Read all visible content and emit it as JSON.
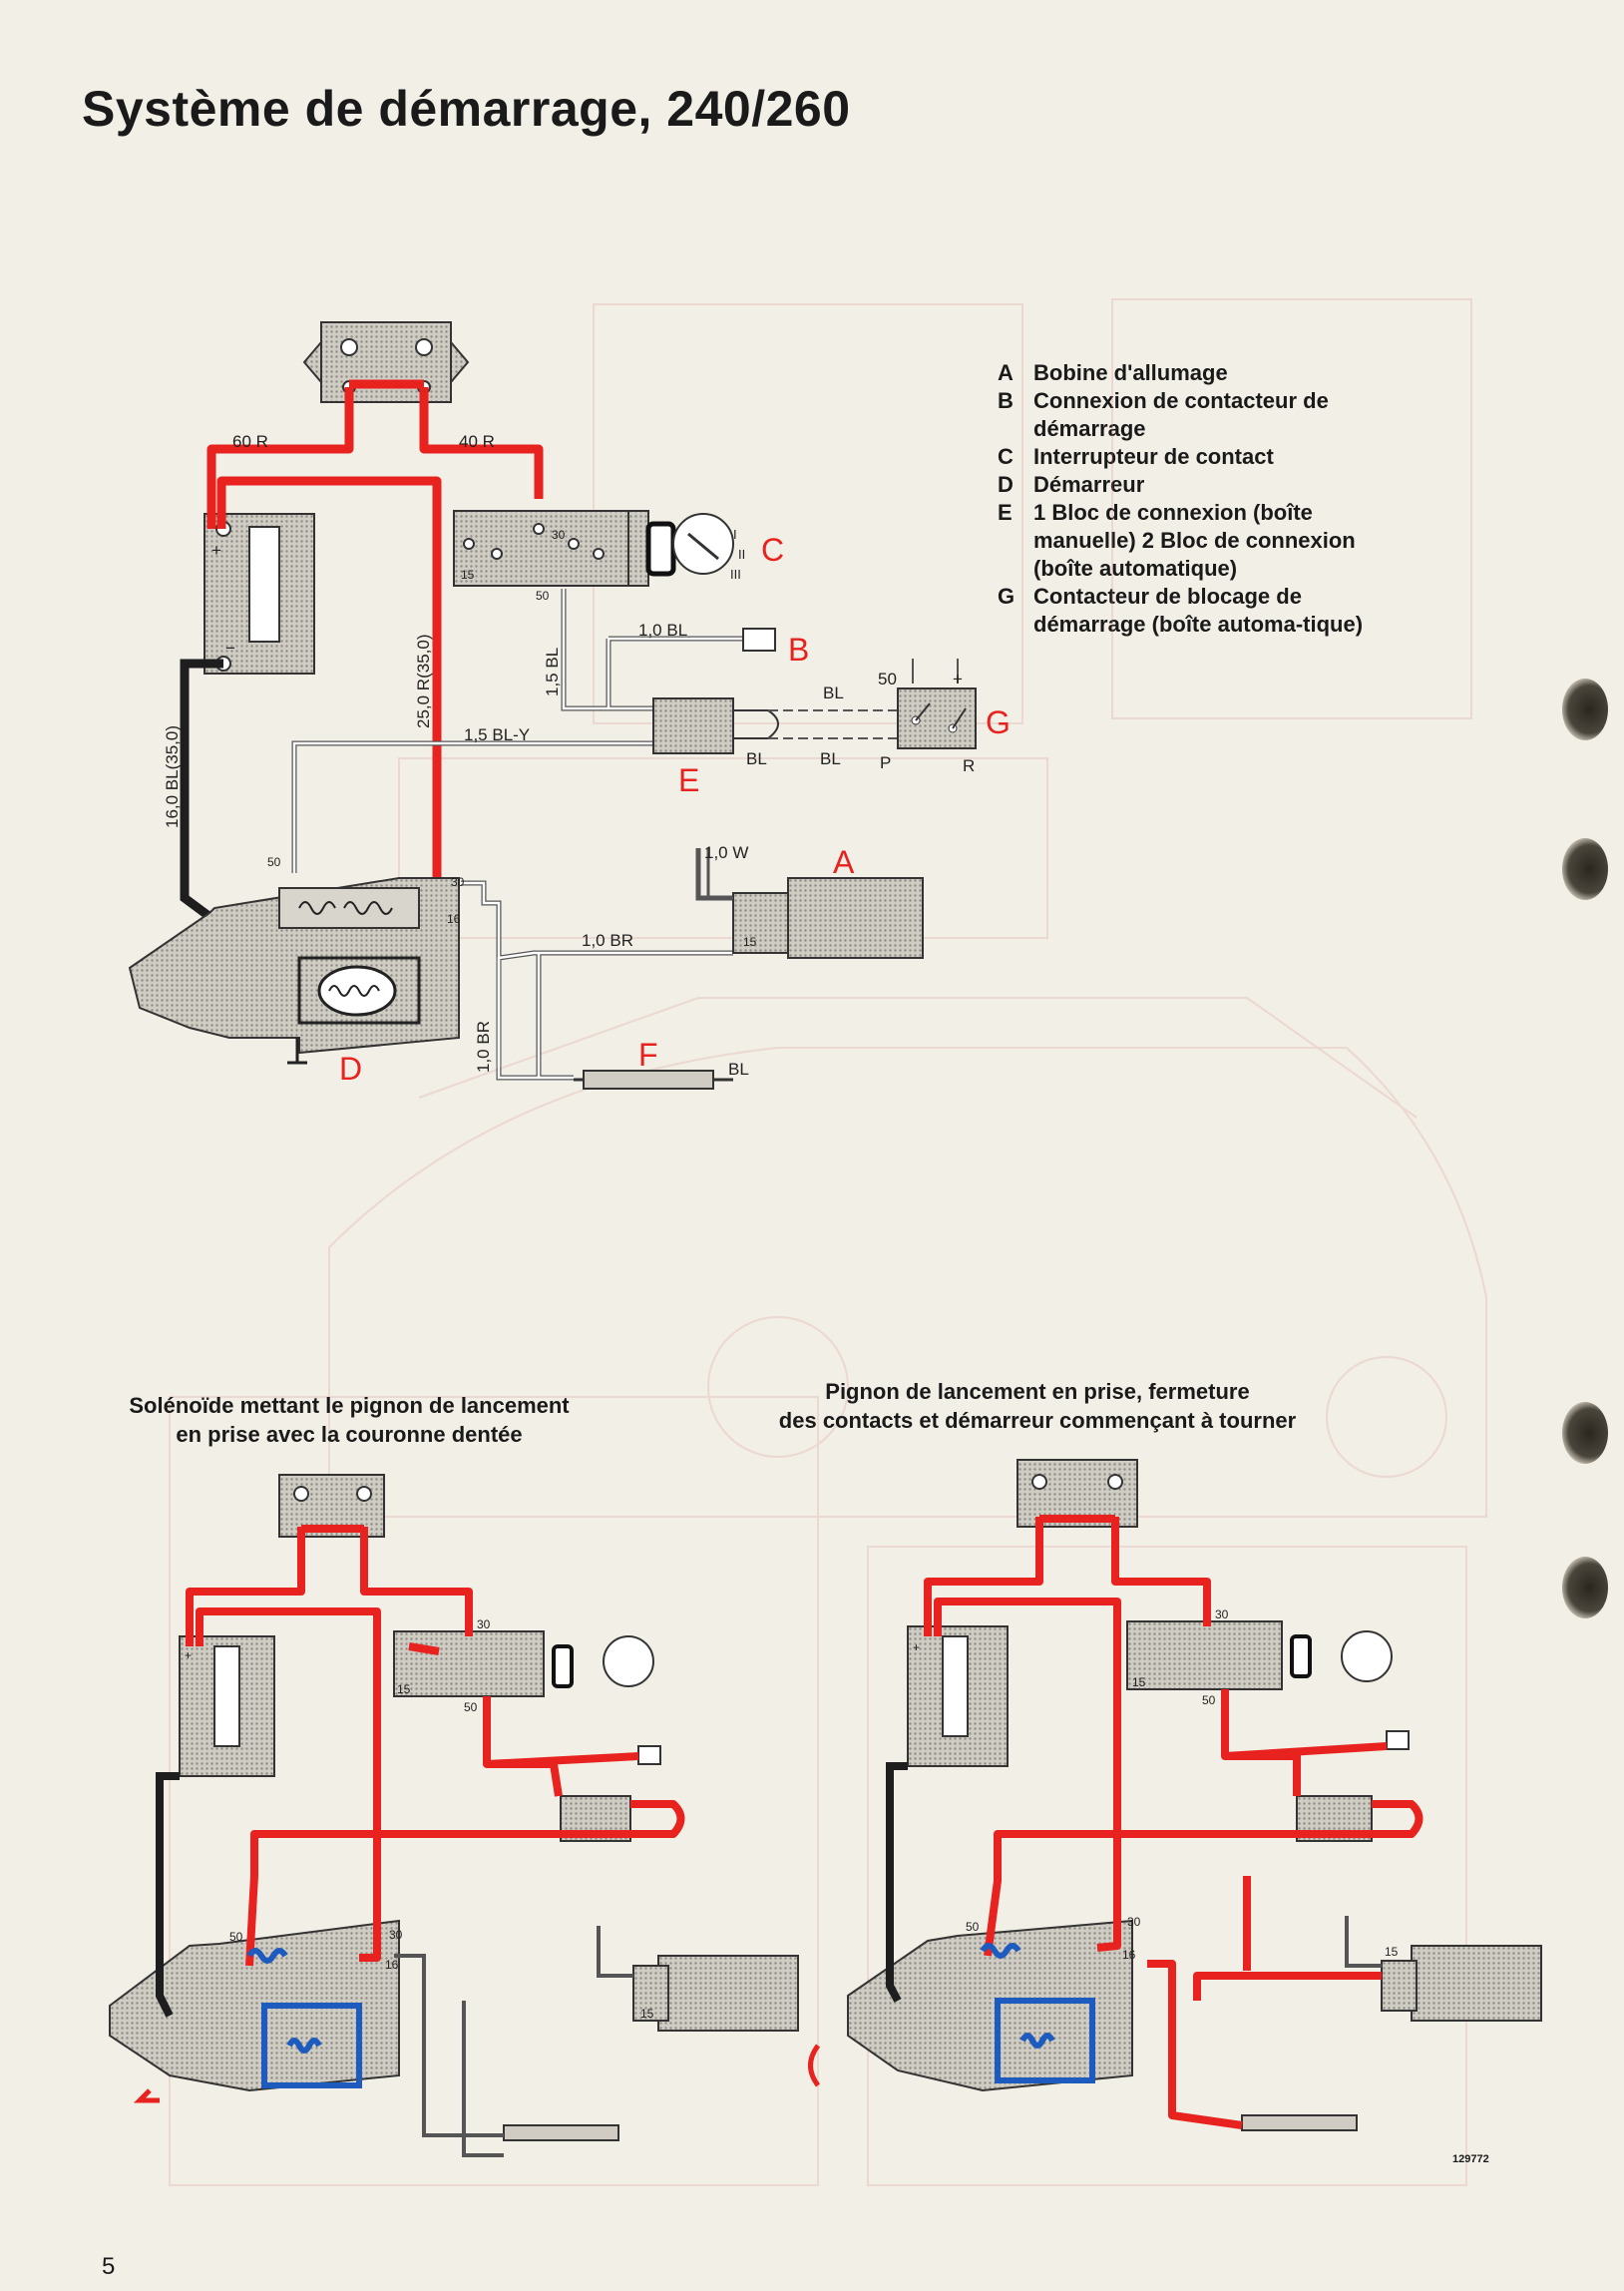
{
  "title": "Système de démarrage, 240/260",
  "legend": [
    {
      "key": "A",
      "text": "Bobine d'allumage"
    },
    {
      "key": "B",
      "text": "Connexion de contacteur de démarrage"
    },
    {
      "key": "C",
      "text": "Interrupteur de contact"
    },
    {
      "key": "D",
      "text": "Démarreur"
    },
    {
      "key": "E",
      "text": "1 Bloc de connexion (boîte manuelle) 2 Bloc de connexion (boîte automatique)"
    },
    {
      "key": "G",
      "text": "Contacteur de blocage de démarrage (boîte automa-tique)"
    }
  ],
  "main_diagram": {
    "component_letters": {
      "A": "A",
      "B": "B",
      "C": "C",
      "D": "D",
      "E": "E",
      "F": "F",
      "G": "G"
    },
    "wire_labels": {
      "w60r": "60 R",
      "w40r": "40 R",
      "w250r": "25,0 R(35,0)",
      "w160bl": "16,0 BL(35,0)",
      "w15bl": "1,5 BL",
      "w10bl": "1,0 BL",
      "w15bly": "1,5 BL-Y",
      "w10w": "1,0 W",
      "w10br_h": "1,0 BR",
      "w10br_v": "1,0 BR",
      "wbl_f": "BL",
      "g_bl": "BL",
      "e_bl1": "BL",
      "e_bl2": "BL",
      "g_p": "P",
      "g_r": "R"
    },
    "terminals": {
      "t30": "30",
      "t50": "50",
      "t15": "15",
      "t16": "16",
      "plus": "+",
      "minus": "−"
    }
  },
  "caption_left": [
    "Solénoïde mettant le pignon de lancement",
    "en prise avec la couronne dentée"
  ],
  "caption_right": [
    "Pignon de lancement en prise, fermeture",
    "des contacts et démarreur commençant à tourner"
  ],
  "page_number": "5",
  "figure_number": "129772",
  "colors": {
    "wire_red": "#e8231f",
    "wire_blue": "#1d5bbf",
    "wire_black": "#1e1e1e",
    "paper": "#f1efe6"
  }
}
